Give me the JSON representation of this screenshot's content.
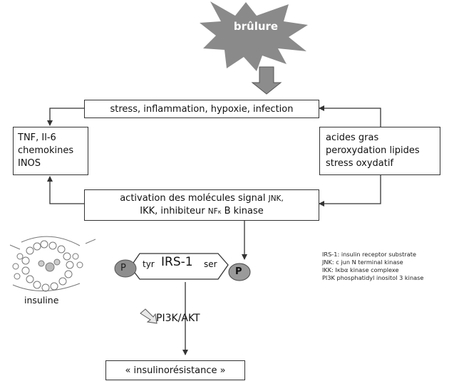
{
  "trigger": {
    "label": "brûlure"
  },
  "top_box": {
    "text": "stress, inflammation, hypoxie, infection"
  },
  "left_box": {
    "lines": [
      "TNF, Il-6",
      "chemokines",
      "INOS"
    ]
  },
  "right_box": {
    "lines": [
      "acides gras",
      "peroxydation lipides",
      "stress oxydatif"
    ]
  },
  "middle_box": {
    "line1_main": "activation des molécules signal",
    "line1_small": "JNK,",
    "line2_a": "IKK,  inhibiteur",
    "line2_nf": "NF",
    "line2_kappa": "κ",
    "line2_b": "B kinase"
  },
  "irs": {
    "phospho_left": "P",
    "phospho_right": "P",
    "tyr": "tyr",
    "name": "IRS-1",
    "ser": "ser"
  },
  "insuline_label": "insuline",
  "pi3k_label": "PI3K/AKT",
  "result_box": {
    "text": "« insulinorésistance »"
  },
  "legend": {
    "lines": [
      "IRS-1: insulin receptor substrate",
      "JNK: c jun N terminal kinase",
      "IKK: Iκbα kinase complexe",
      "PI3K phosphatidyl inositol 3 kinase"
    ]
  },
  "colors": {
    "starburst": "#8a8a8a",
    "down_arrow": "#8c8c8c",
    "phospho_left": "#8e8e8e",
    "phospho_right": "#9a9a9a",
    "lines": "#333333"
  }
}
